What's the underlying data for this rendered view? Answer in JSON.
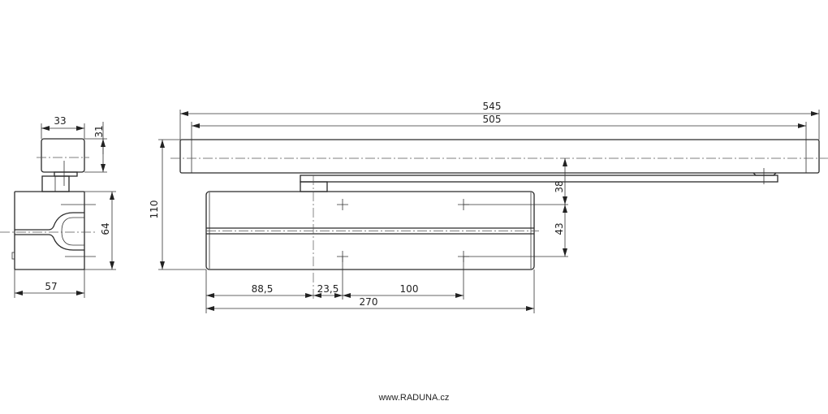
{
  "diagram": {
    "side_view_dimensions": {
      "width_top": "33",
      "height_top": "31",
      "height_body": "64",
      "width_body": "57"
    },
    "front_view_dimensions": {
      "overall_rail": "545",
      "rail_inner": "505",
      "total_height": "110",
      "arm_to_hole": "38",
      "hole_spacing_vertical": "43",
      "body_to_axis": "88,5",
      "axis_to_hole": "23,5",
      "hole_spacing_horizontal": "100",
      "body_length": "270"
    }
  },
  "footer": {
    "website": "www.RADUNA.cz"
  }
}
